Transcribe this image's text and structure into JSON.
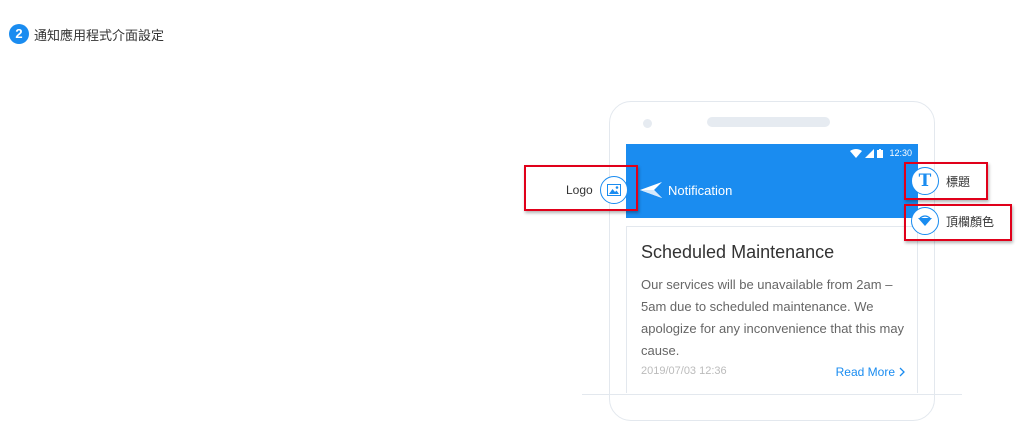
{
  "section": {
    "step_number": "2",
    "title": "通知應用程式介面設定"
  },
  "phone": {
    "status_time": "12:30",
    "header": {
      "title": "Notification",
      "bar_color": "#1a8cf0"
    },
    "card": {
      "title": "Scheduled Maintenance",
      "body": "Our services will be unavailable from 2am – 5am due to scheduled maintenance. We apologize for any inconvenience that this may cause.",
      "date": "2019/07/03 12:36",
      "read_more": "Read More"
    }
  },
  "callouts": {
    "logo_label": "Logo",
    "title_label": "標題",
    "bar_color_label": "頂欄顏色"
  },
  "colors": {
    "accent": "#1a8cf0",
    "highlight": "#e0001a"
  },
  "icons": {
    "logo": "image-icon",
    "title": "text-t-icon",
    "bar_color": "paint-bucket-icon",
    "notification": "paper-plane-icon"
  }
}
